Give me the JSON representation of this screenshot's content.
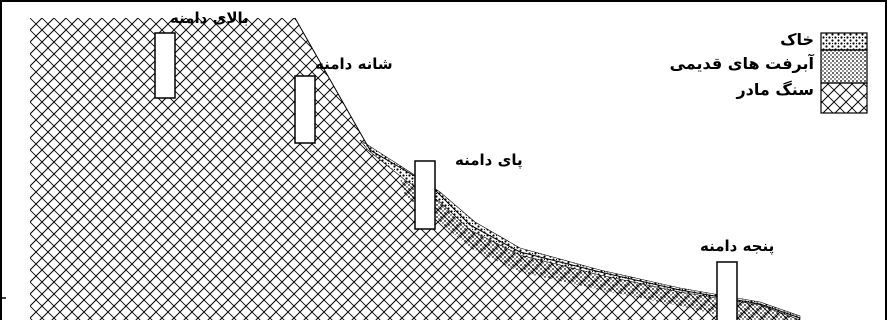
{
  "diagram": {
    "zones": [
      {
        "id": "upper-slope",
        "label": "بالای دامنه"
      },
      {
        "id": "shoulder",
        "label": "شانه دامنه"
      },
      {
        "id": "foot",
        "label": "پای دامنه"
      },
      {
        "id": "toe",
        "label": "پنجه دامنه"
      }
    ],
    "legend": [
      {
        "id": "soil",
        "label": "خاک"
      },
      {
        "id": "old-alluvium",
        "label": "آبرفت های قدیمی"
      },
      {
        "id": "bedrock",
        "label": "سنگ مادر"
      }
    ]
  }
}
